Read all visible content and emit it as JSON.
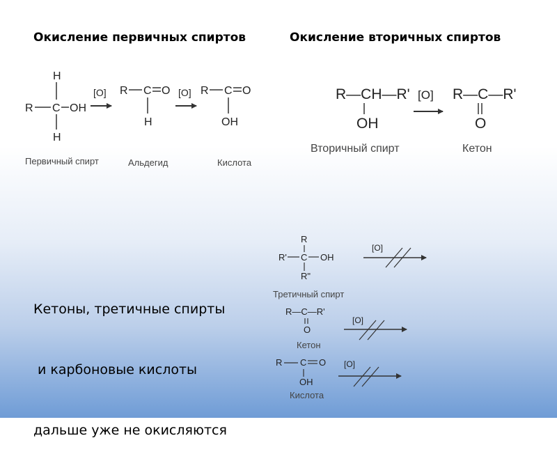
{
  "headings": {
    "primary": "Окисление первичных спиртов",
    "secondary": "Окисление вторичных спиртов"
  },
  "oxidant": "[O]",
  "primary_scheme": {
    "reactant": {
      "top": "H",
      "left": "R",
      "center": "C",
      "right": "OH",
      "bottom": "H",
      "label": "Первичный спирт"
    },
    "aldehyde": {
      "r": "R",
      "c": "C",
      "o": "O",
      "h": "H",
      "label": "Альдегид"
    },
    "acid": {
      "r": "R",
      "c": "C",
      "o": "O",
      "oh": "OH",
      "label": "Кислота"
    }
  },
  "secondary_scheme": {
    "reactant": {
      "formula": "R—CH—R'",
      "oh": "OH",
      "label": "Вторичный спирт"
    },
    "ketone": {
      "formula": "R—C—R'",
      "o": "O",
      "label": "Кетон"
    }
  },
  "note": {
    "line1": "Кетоны, третичные спирты",
    "line2": " и карбоновые кислоты",
    "line3": "дальше уже не окисляются"
  },
  "non_oxidizable": {
    "tertiary": {
      "top": "R",
      "left": "R'",
      "center": "C",
      "right": "OH",
      "bottom": "R\"",
      "label": "Третичный спирт"
    },
    "ketone": {
      "formula": "R—C—R'",
      "o": "O",
      "label": "Кетон"
    },
    "acid": {
      "r": "R",
      "c": "C",
      "o": "O",
      "oh": "OH",
      "label": "Кислота"
    }
  }
}
